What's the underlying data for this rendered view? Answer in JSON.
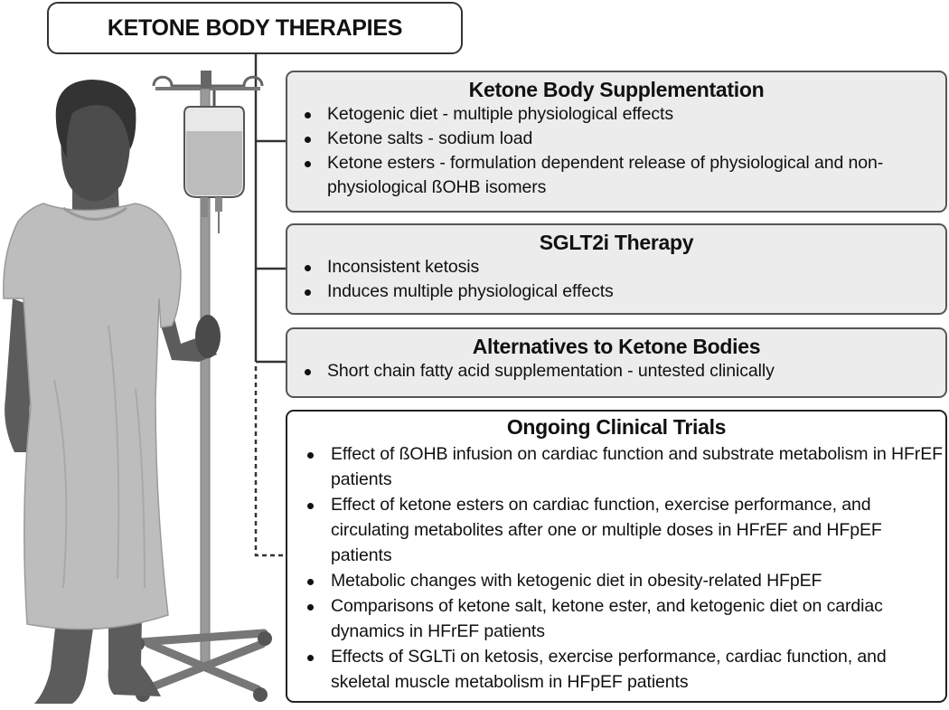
{
  "title": "KETONE BODY THERAPIES",
  "sections": [
    {
      "heading": "Ketone Body Supplementation",
      "items": [
        "Ketogenic diet - multiple physiological effects",
        "Ketone salts - sodium load",
        "Ketone esters - formulation dependent release of physiological and non-physiological ßOHB isomers"
      ]
    },
    {
      "heading": "SGLT2i Therapy",
      "items": [
        "Inconsistent ketosis",
        "Induces multiple physiological effects"
      ]
    },
    {
      "heading": "Alternatives to Ketone Bodies",
      "items": [
        "Short chain fatty acid supplementation - untested clinically"
      ]
    },
    {
      "heading": "Ongoing Clinical Trials",
      "items": [
        "Effect of ßOHB infusion on cardiac function and substrate metabolism in HFrEF patients",
        "Effect of ketone esters on cardiac function, exercise performance, and circulating metabolites after one or multiple doses in HFrEF and HFpEF patients",
        "Metabolic changes with ketogenic diet in obesity-related HFpEF",
        "Comparisons of ketone salt, ketone ester, and ketogenic diet on cardiac dynamics in HFrEF patients",
        "Effects of SGLTi on ketosis, exercise performance, cardiac function, and skeletal muscle metabolism in HFpEF patients"
      ]
    }
  ],
  "illustration": {
    "figure": "patient-in-hospital-gown-icon",
    "iv_stand": "iv-stand-icon",
    "iv_bag": "iv-bag-icon"
  },
  "colors": {
    "box_fill": "#ececec",
    "box_border": "#555555",
    "connector": "#333333",
    "gown": "#bdbdbd",
    "skin": "#5a5a5a"
  }
}
